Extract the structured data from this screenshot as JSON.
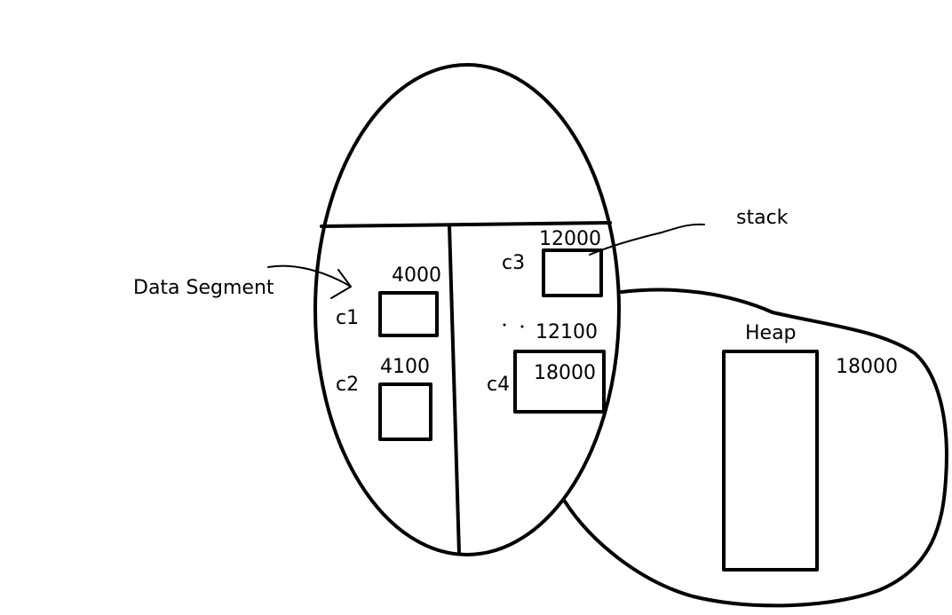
{
  "labels": {
    "stack": "stack",
    "data_segment": "Data Segment",
    "heap": "Heap"
  },
  "stack_variables": [
    {
      "name": "c1",
      "address": "4000"
    },
    {
      "name": "c2",
      "address": "4100"
    },
    {
      "name": "c3",
      "address": "12000"
    },
    {
      "name": "c4",
      "address": "12100",
      "value": "18000"
    }
  ],
  "heap_object": {
    "address": "18000"
  },
  "colors": {
    "stroke": "#000000",
    "background": "#ffffff"
  }
}
